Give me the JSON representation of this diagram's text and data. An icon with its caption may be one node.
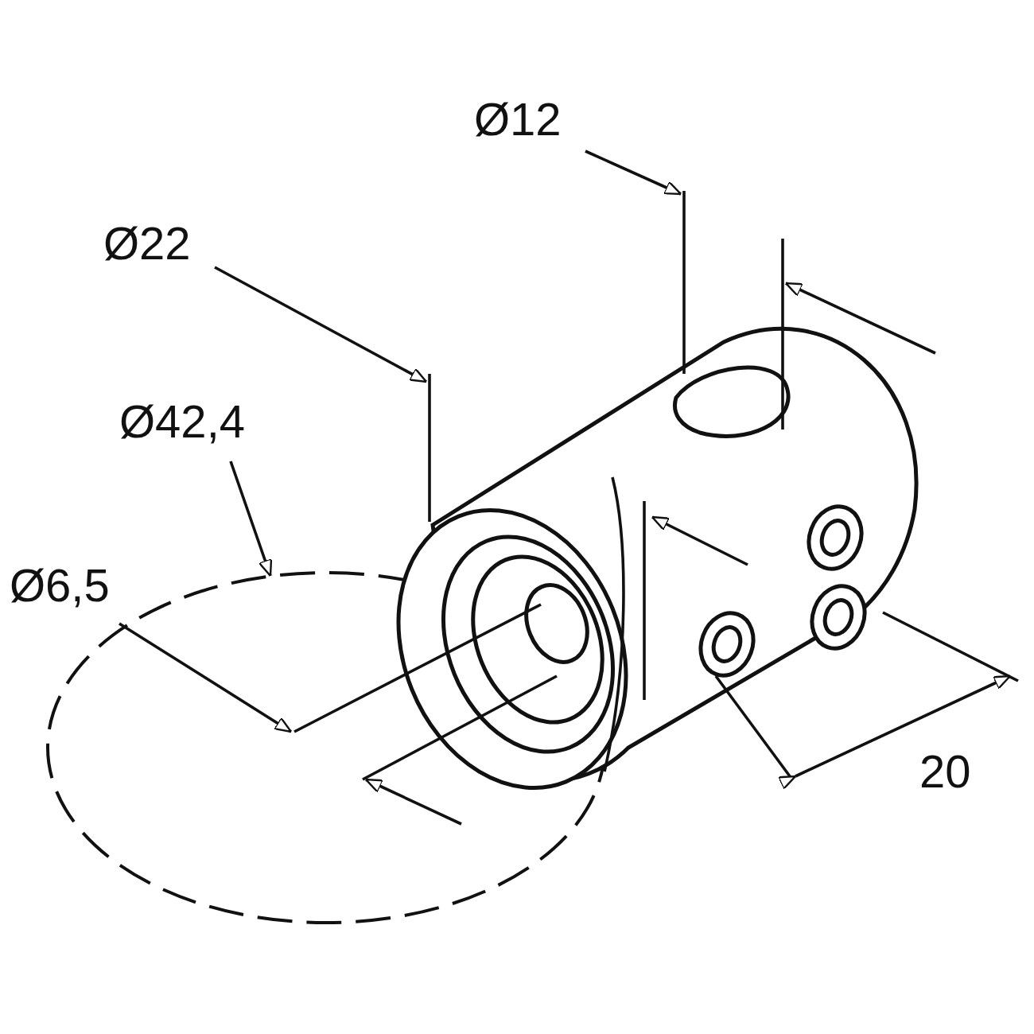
{
  "diagram": {
    "labels": [
      "Ø12",
      "Ø22",
      "Ø42,4",
      "Ø6,5",
      "20"
    ]
  }
}
